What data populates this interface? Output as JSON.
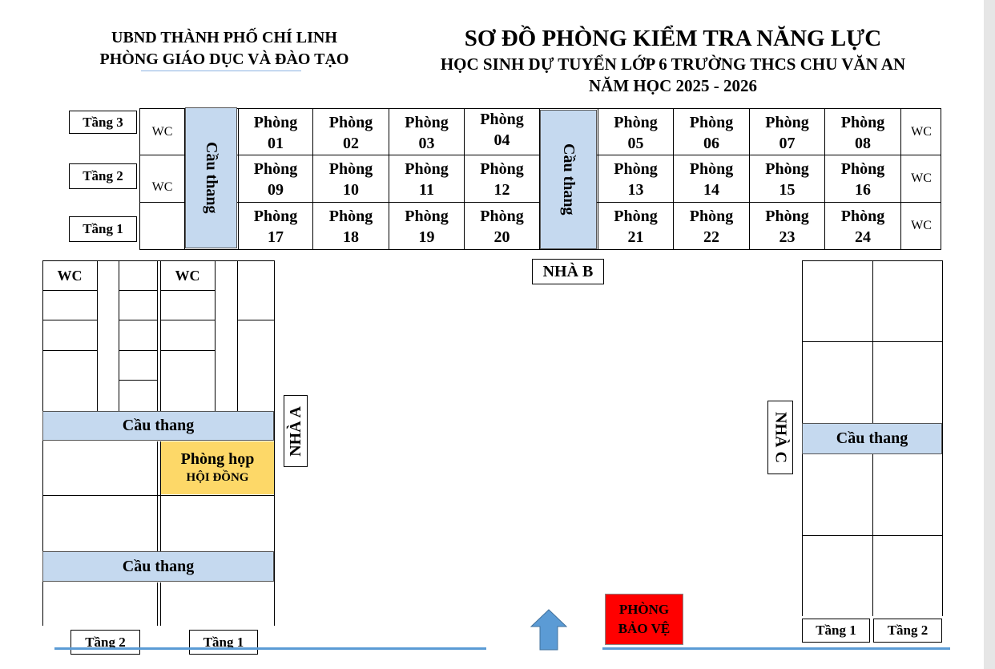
{
  "header": {
    "left_line1": "UBND THÀNH PHỐ CHÍ LINH",
    "left_line2": "PHÒNG GIÁO DỤC VÀ ĐÀO TẠO",
    "title": "SƠ ĐỒ PHÒNG KIỂM TRA NĂNG LỰC",
    "subtitle": "HỌC SINH DỰ TUYỂN LỚP 6 TRƯỜNG THCS CHU VĂN AN",
    "year": "NĂM HỌC 2025 - 2026"
  },
  "building_b": {
    "label": "NHÀ B",
    "floors": [
      "Tầng 3",
      "Tầng 2",
      "Tầng 1"
    ],
    "wc": "WC",
    "stairs": "Cầu thang",
    "rooms_left": [
      [
        "Phòng\n01",
        "Phòng\n02",
        "Phòng\n03",
        "Phòng\n04"
      ],
      [
        "Phòng\n09",
        "Phòng\n10",
        "Phòng\n11",
        "Phòng\n12"
      ],
      [
        "Phòng\n17",
        "Phòng\n18",
        "Phòng\n19",
        "Phòng\n20"
      ]
    ],
    "rooms_right": [
      [
        "Phòng\n05",
        "Phòng\n06",
        "Phòng\n07",
        "Phòng\n08"
      ],
      [
        "Phòng\n13",
        "Phòng\n14",
        "Phòng\n15",
        "Phòng\n16"
      ],
      [
        "Phòng\n21",
        "Phòng\n22",
        "Phòng\n23",
        "Phòng\n24"
      ]
    ]
  },
  "building_a": {
    "label": "NHÀ A",
    "wc1": "WC",
    "wc2": "WC",
    "stairs1": "Cầu thang",
    "stairs2": "Cầu thang",
    "meeting_room_line1": "Phòng họp",
    "meeting_room_line2": "HỘI ĐỒNG",
    "floor_left": "Tầng 2",
    "floor_right": "Tầng 1"
  },
  "building_c": {
    "label": "NHÀ C",
    "stairs": "Cầu thang",
    "floor_left": "Tầng 1",
    "floor_right": "Tầng 2"
  },
  "guard_room": {
    "line1": "PHÒNG",
    "line2": "BẢO VỆ"
  },
  "colors": {
    "stairs_fill": "#c5d9ef",
    "meeting_fill": "#fdd868",
    "guard_fill": "#ff0000",
    "arrow_fill": "#5b9bd5",
    "road_line": "#5b9bd5"
  },
  "icons": {
    "entrance": "up-arrow-icon"
  }
}
